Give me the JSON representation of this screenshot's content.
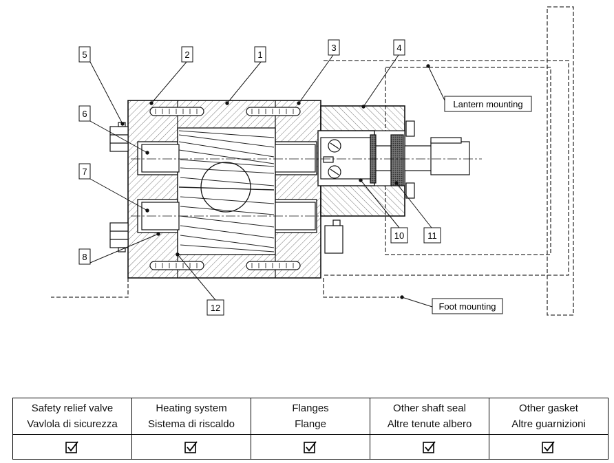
{
  "callouts": [
    {
      "n": "1"
    },
    {
      "n": "2"
    },
    {
      "n": "3"
    },
    {
      "n": "4"
    },
    {
      "n": "5"
    },
    {
      "n": "6"
    },
    {
      "n": "7"
    },
    {
      "n": "8"
    },
    {
      "n": "10"
    },
    {
      "n": "11"
    },
    {
      "n": "12"
    }
  ],
  "tags": {
    "lantern": "Lantern mounting",
    "foot": "Foot mounting"
  },
  "options": [
    {
      "en": "Safety relief valve",
      "it": "Vavlola di sicurezza",
      "checked": true
    },
    {
      "en": "Heating system",
      "it": "Sistema di riscaldo",
      "checked": true
    },
    {
      "en": "Flanges",
      "it": "Flange",
      "checked": true
    },
    {
      "en": "Other shaft seal",
      "it": "Altre tenute albero",
      "checked": true
    },
    {
      "en": "Other gasket",
      "it": "Altre guarnizioni",
      "checked": true
    }
  ]
}
